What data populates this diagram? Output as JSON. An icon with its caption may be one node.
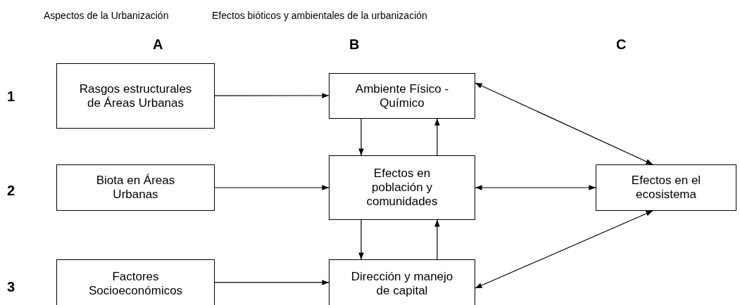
{
  "diagram": {
    "nodes": [
      {
        "text": [
          "Rasgos estructurales de Áreas Urbanas"
        ]
      },
      {
        "text": [
          "Ambiente Físico - Químico"
        ]
      },
      {
        "text": [
          "Biota en Áreas Urbanas"
        ]
      },
      {
        "text": [
          "Efectos en población y comunidades"
        ]
      },
      {
        "text": [
          "Efectos en el ecosistema"
        ]
      },
      {
        "text": [
          "Factores Socioeconómicos"
        ]
      },
      {
        "text": [
          "Dirección y manejo de capital"
        ]
      }
    ],
    "edges": [
      {
        "from": 0,
        "to": 1,
        "arrow": "to"
      },
      {
        "from": 1,
        "to": 3,
        "arrow": "to"
      },
      {
        "from": 3,
        "to": 1,
        "arrow": "to"
      },
      {
        "from": 1,
        "to": 4,
        "arrow": "both"
      },
      {
        "from": 2,
        "to": 3,
        "arrow": "to"
      },
      {
        "from": 3,
        "to": 4,
        "arrow": "both"
      },
      {
        "from": 3,
        "to": 6,
        "arrow": "to"
      },
      {
        "from": 6,
        "to": 3,
        "arrow": "to"
      },
      {
        "from": 6,
        "to": 4,
        "arrow": "both"
      },
      {
        "from": 5,
        "to": 6,
        "arrow": "to"
      }
    ],
    "labels": [
      "Aspectos de la Urbanización",
      "Efectos bióticos y ambientales de la urbanización",
      "A",
      "B",
      "C",
      "1",
      "2",
      "3"
    ]
  }
}
